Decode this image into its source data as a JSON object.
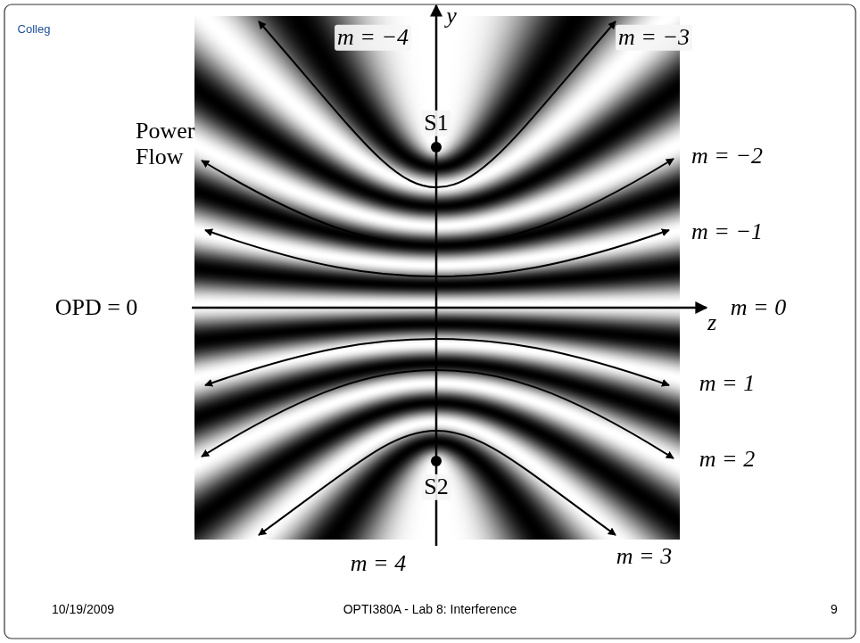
{
  "diagram": {
    "labels": [
      "Colleg",
      "m = −4",
      "y",
      "m = −3",
      "Power Flow",
      "S1",
      "m = −2",
      "m = −1",
      "OPD = 0",
      "z",
      "m = 0",
      "m = 1",
      "m = 2",
      "S2",
      "m = 4",
      "m = 3",
      "10/19/2009",
      "OPTI380A - Lab 8: Interference",
      "9"
    ]
  }
}
